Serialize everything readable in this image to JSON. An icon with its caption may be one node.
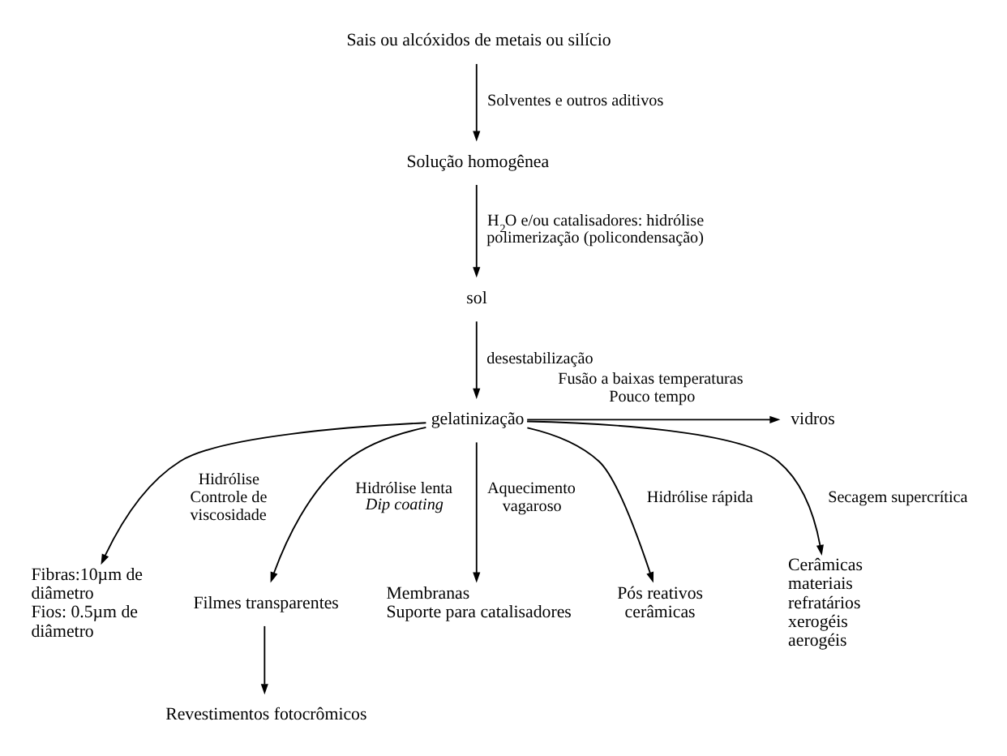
{
  "diagram": {
    "nodes": [
      {
        "text": [
          "Sais ou alcóxidos de metais ou silício"
        ]
      },
      {
        "text": [
          "Solução homogênea"
        ]
      },
      {
        "text": [
          "sol"
        ]
      },
      {
        "text": [
          "gelatinização"
        ]
      },
      {
        "text": [
          "Fibras:10µm de diâmetro",
          "Fios: 0.5µm de diâmetro"
        ]
      },
      {
        "text": [
          "vidros"
        ]
      },
      {
        "text": [
          "Filmes transparentes"
        ]
      },
      {
        "text": [
          "Membranas",
          "Suporte para catalisadores"
        ]
      },
      {
        "text": [
          "Pós reativos cerâmicas"
        ]
      },
      {
        "text": [
          "Cerâmicas",
          "materiais refratários",
          "xerogéis",
          "aerogéis"
        ]
      },
      {
        "text": [
          "Revestimentos fotocrômicos"
        ]
      }
    ],
    "edges": [
      {
        "from": 0,
        "to": 1,
        "arrow": "to",
        "label": "Solventes e outros aditivos"
      },
      {
        "from": 1,
        "to": 2,
        "arrow": "to",
        "label": "H$_{2}$O e/ou catalisadores: hidrólise polimerização (policondensação)"
      },
      {
        "from": 2,
        "to": 3,
        "arrow": "to",
        "label": "desestabilização"
      },
      {
        "from": 3,
        "to": 4,
        "arrow": "to",
        "label": "Hidrólise Controle de viscosidade"
      },
      {
        "from": 3,
        "to": 5,
        "arrow": "to",
        "label": "Fusão a baixas temperaturas Pouco tempo"
      },
      {
        "from": 3,
        "to": 6,
        "arrow": "to",
        "label": "Hidrólise lenta *Dip coating*"
      },
      {
        "from": 3,
        "to": 7,
        "arrow": "to",
        "label": "Aquecimento vagaroso"
      },
      {
        "from": 3,
        "to": 8,
        "arrow": "to",
        "label": "Hidrólise rápida"
      },
      {
        "from": 3,
        "to": 9,
        "arrow": "to",
        "label": "Secagem supercrítica"
      },
      {
        "from": 6,
        "to": 10,
        "arrow": "to"
      }
    ]
  }
}
